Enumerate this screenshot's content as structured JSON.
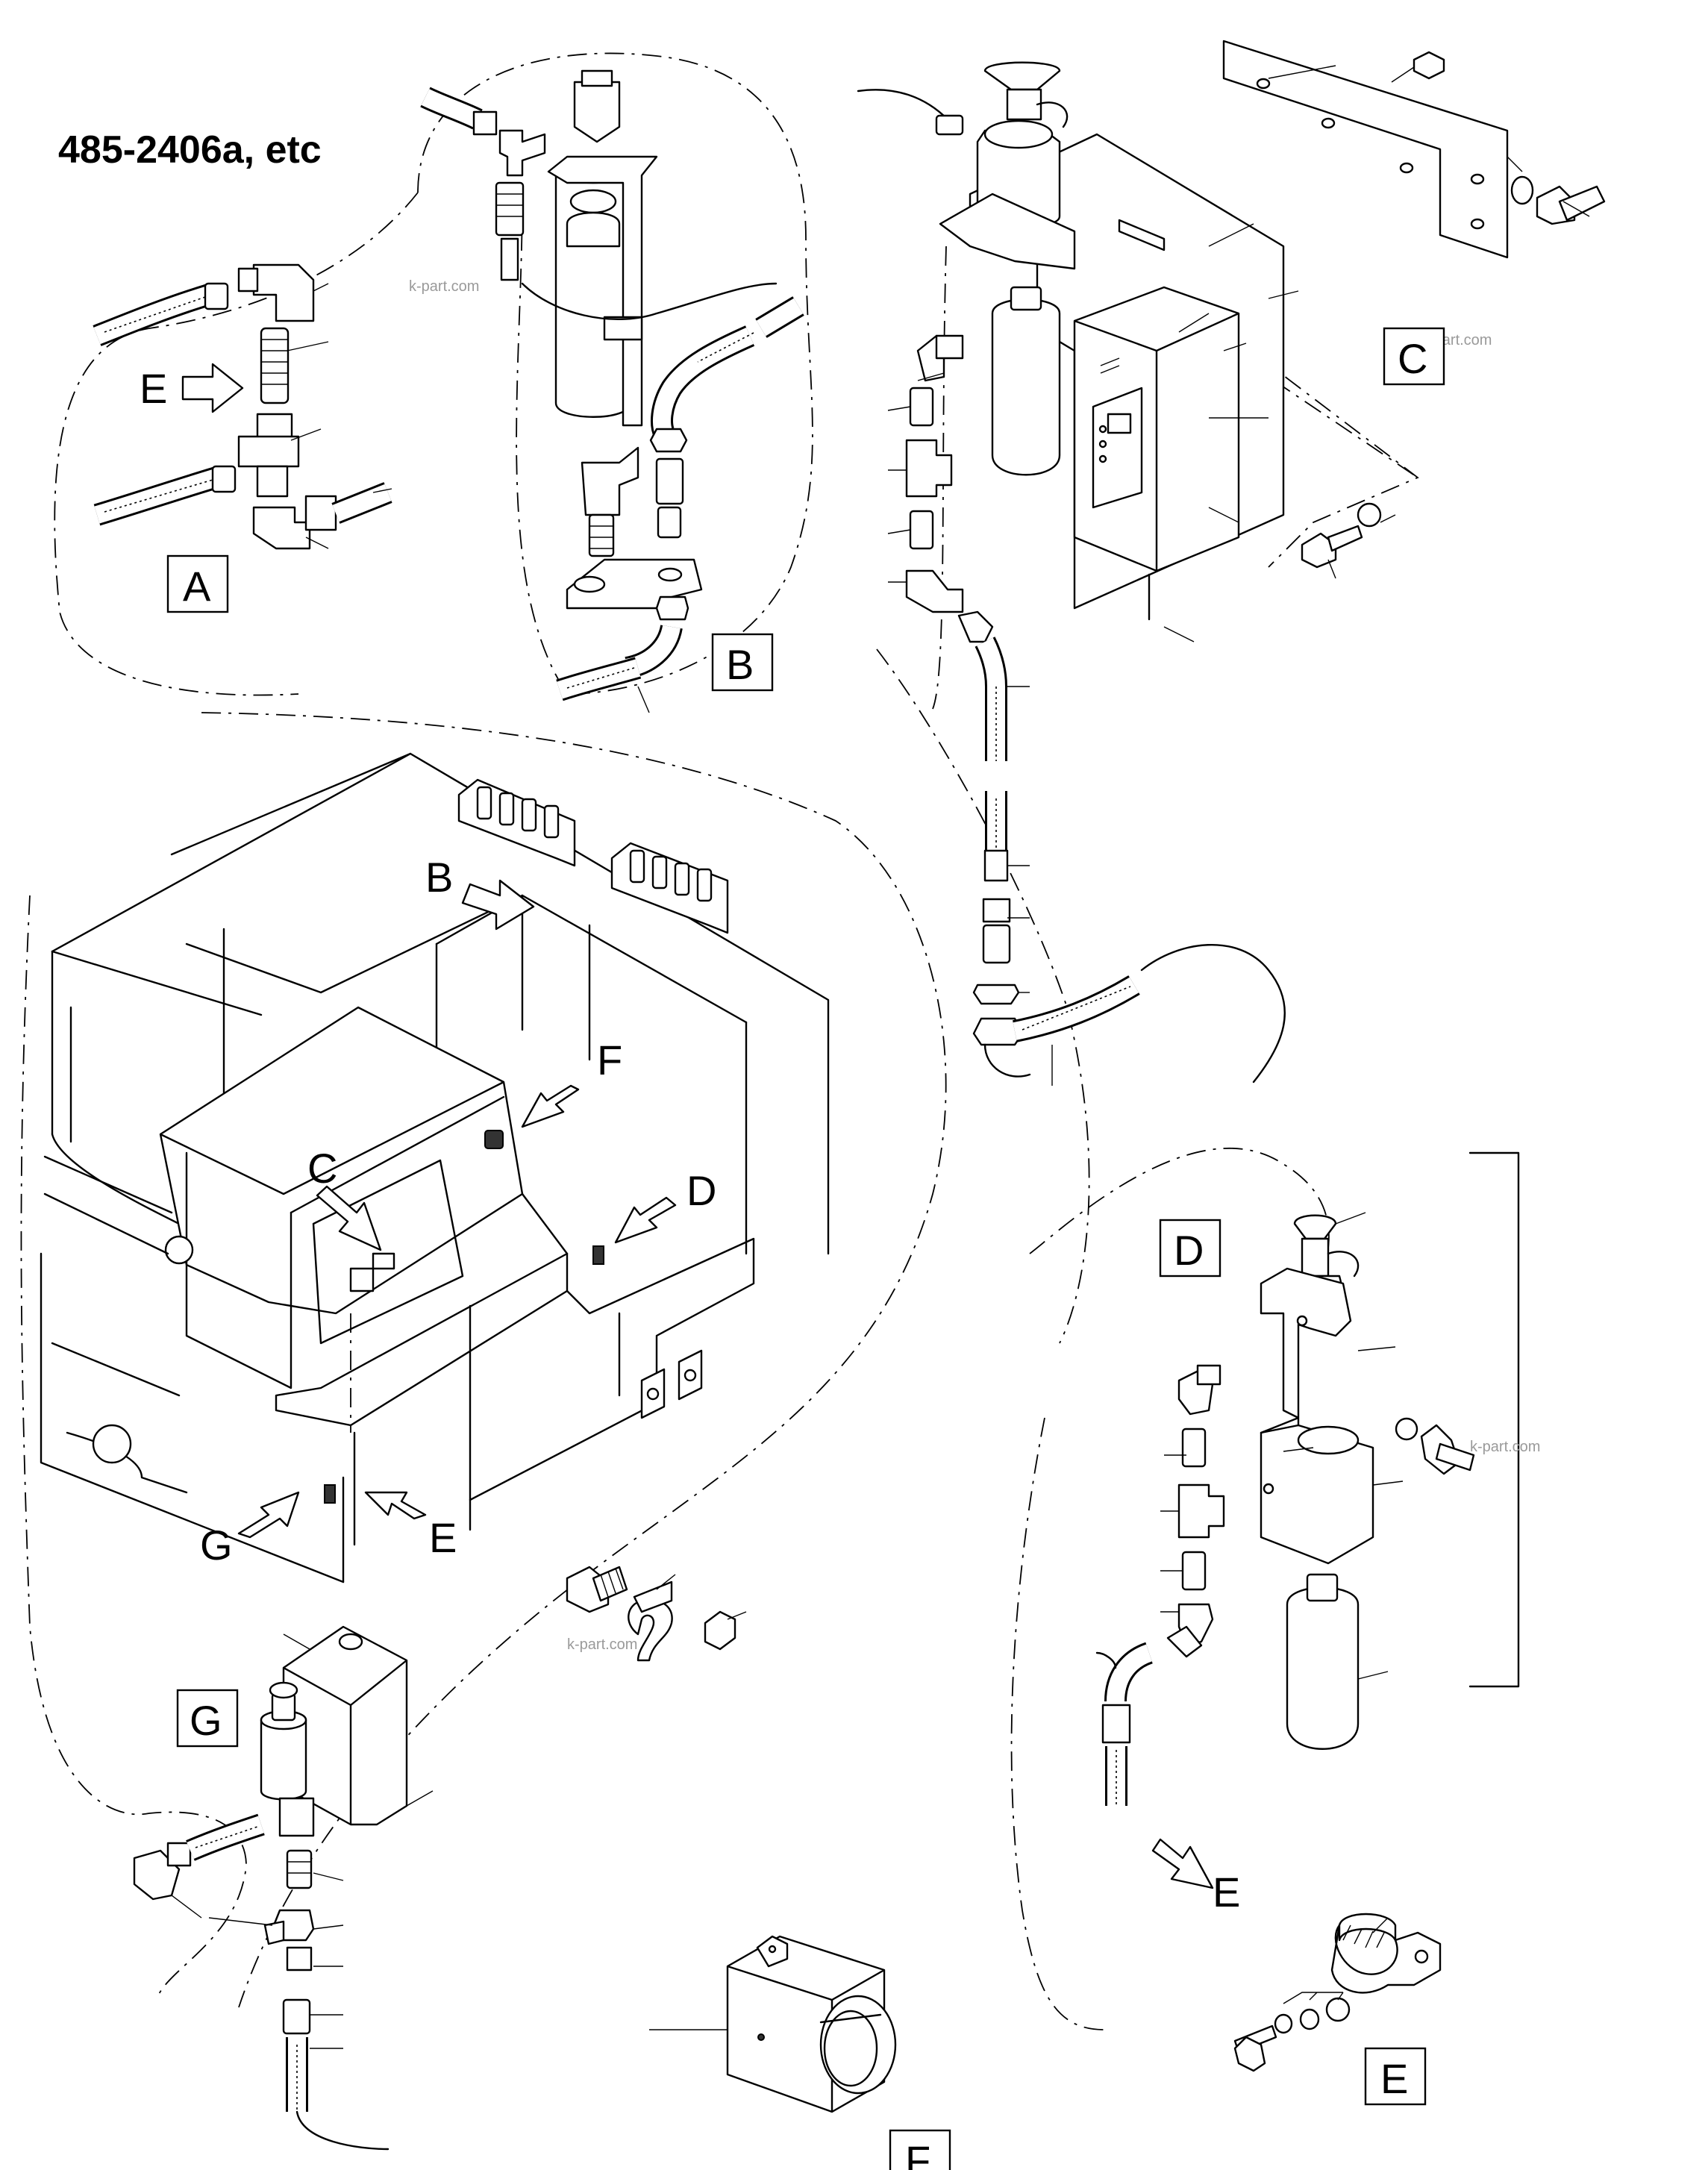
{
  "title": "485-2406a, etc",
  "watermark": "k-part.com",
  "detail_letters": {
    "A": "A",
    "B": "B",
    "C": "C",
    "D": "D",
    "E": "E",
    "F": "F",
    "G": "G"
  },
  "arrow_letters": {
    "E": "E",
    "B": "B",
    "C": "C",
    "D": "D",
    "F": "F",
    "G": "G"
  }
}
